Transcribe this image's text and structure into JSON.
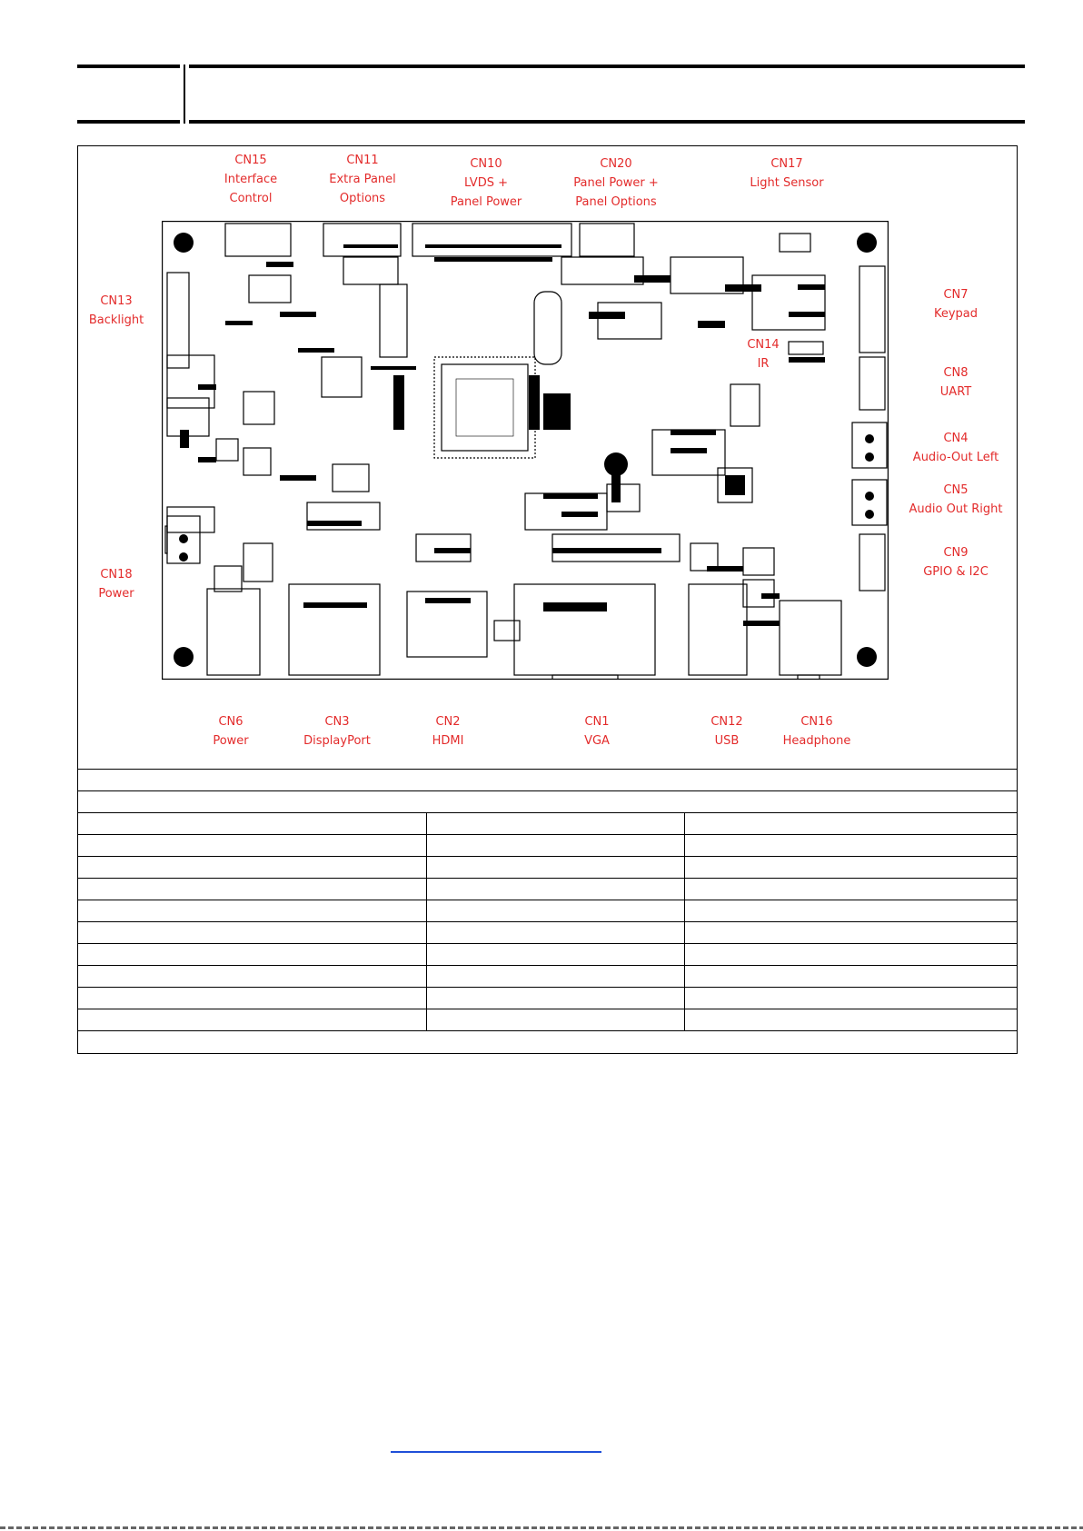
{
  "diagram": {
    "callouts": [
      {
        "id": "cn15",
        "lines": [
          "CN15",
          "Interface",
          "Control"
        ]
      },
      {
        "id": "cn11",
        "lines": [
          "CN11",
          "Extra Panel",
          "Options"
        ]
      },
      {
        "id": "cn10",
        "lines": [
          "CN10",
          "LVDS +",
          "Panel Power"
        ]
      },
      {
        "id": "cn20",
        "lines": [
          "CN20",
          "Panel Power +",
          "Panel Options"
        ]
      },
      {
        "id": "cn17",
        "lines": [
          "CN17",
          "Light Sensor"
        ]
      },
      {
        "id": "cn13",
        "lines": [
          "CN13",
          "Backlight"
        ]
      },
      {
        "id": "cn7",
        "lines": [
          "CN7",
          "Keypad"
        ]
      },
      {
        "id": "cn14",
        "lines": [
          "CN14",
          "IR"
        ]
      },
      {
        "id": "cn8",
        "lines": [
          "CN8",
          "UART"
        ]
      },
      {
        "id": "cn4",
        "lines": [
          "CN4",
          "Audio-Out Left"
        ]
      },
      {
        "id": "cn5",
        "lines": [
          "CN5",
          "Audio Out Right"
        ]
      },
      {
        "id": "cn9",
        "lines": [
          "CN9",
          "GPIO & I2C"
        ]
      },
      {
        "id": "cn18",
        "lines": [
          "CN18",
          "Power"
        ]
      },
      {
        "id": "cn6",
        "lines": [
          "CN6",
          "Power"
        ]
      },
      {
        "id": "cn3",
        "lines": [
          "CN3",
          "DisplayPort"
        ]
      },
      {
        "id": "cn2",
        "lines": [
          "CN2",
          "HDMI"
        ]
      },
      {
        "id": "cn1",
        "lines": [
          "CN1",
          "VGA"
        ]
      },
      {
        "id": "cn12",
        "lines": [
          "CN12",
          "USB"
        ]
      },
      {
        "id": "cn16",
        "lines": [
          "CN16",
          "Headphone"
        ]
      }
    ],
    "label_color": "#e32b2b"
  }
}
